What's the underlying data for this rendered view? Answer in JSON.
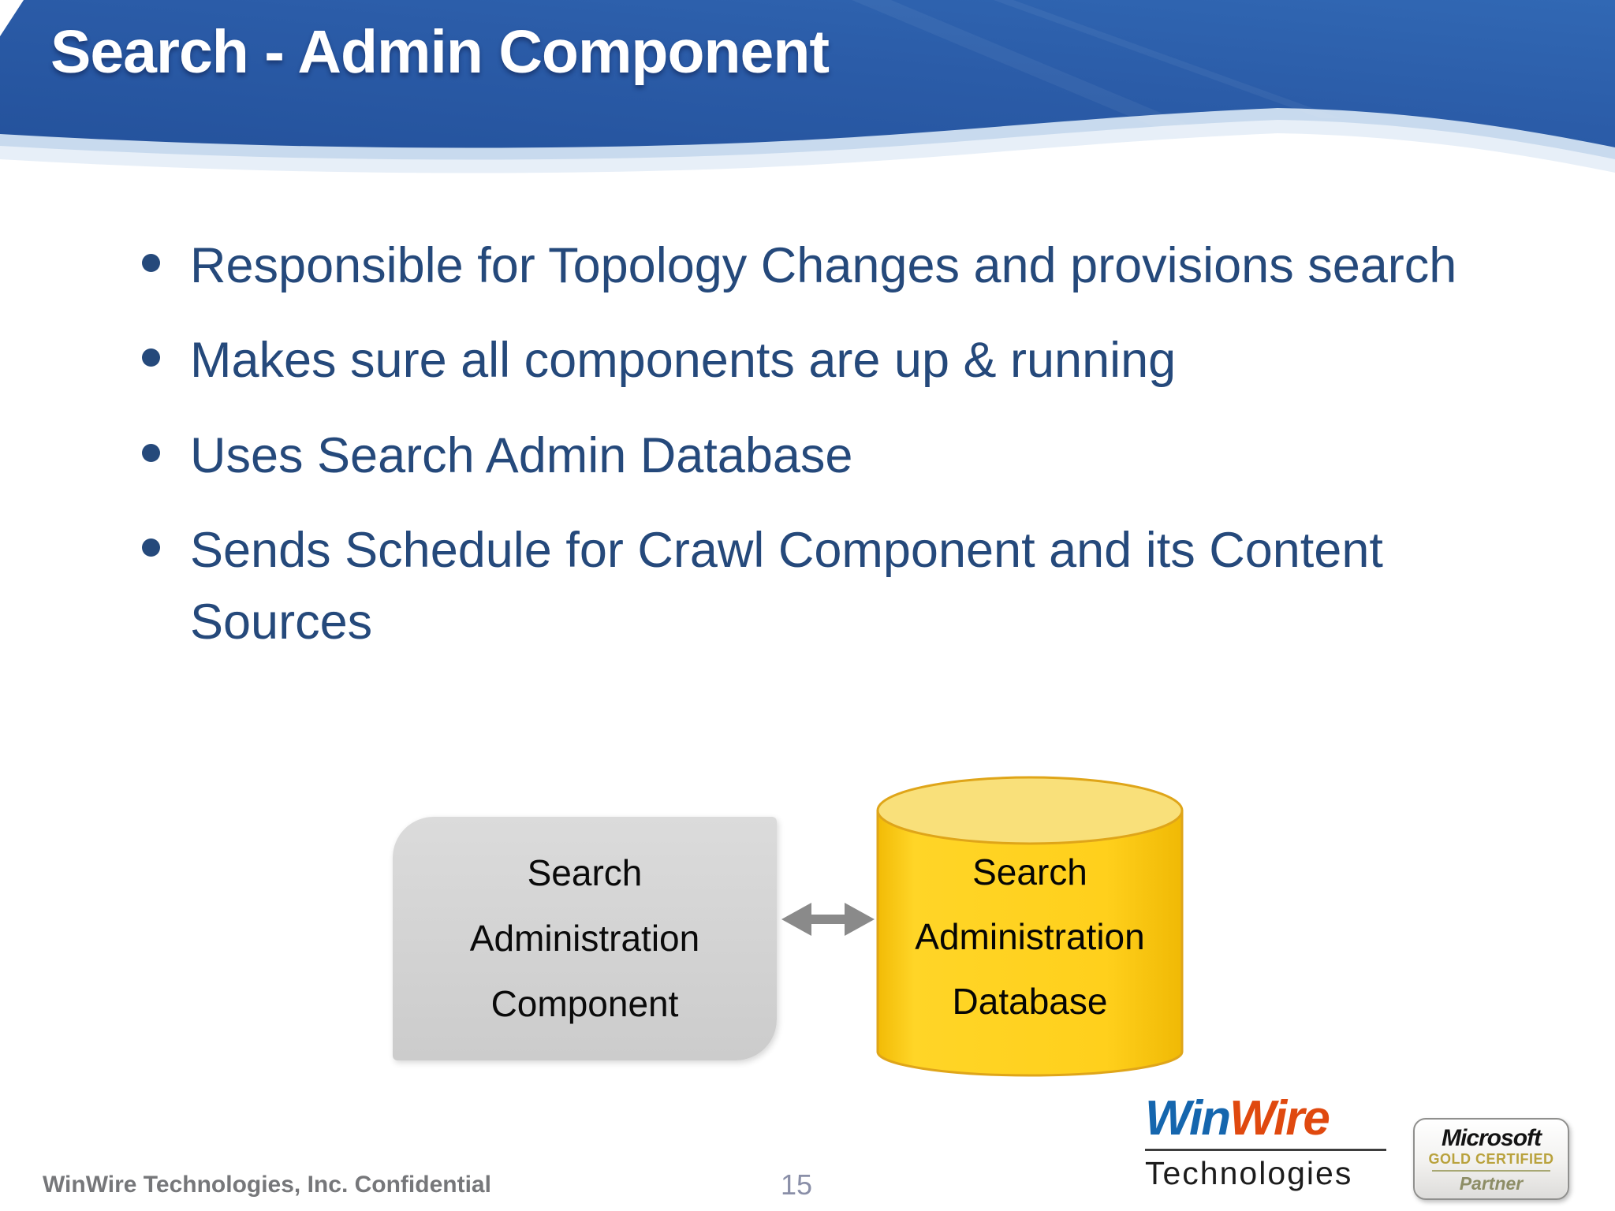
{
  "slide": {
    "title": "Search - Admin Component",
    "bullets": [
      "Responsible for Topology Changes and provisions search",
      "Makes sure all components are up & running",
      "Uses Search Admin Database",
      "Sends Schedule for Crawl Component and its Content\nSources"
    ]
  },
  "diagram": {
    "component_box_label": "Search\nAdministration\nComponent",
    "database_label": "Search\nAdministration\nDatabase",
    "connector": "double-headed-arrow"
  },
  "footer": {
    "confidential": "WinWire Technologies, Inc. Confidential",
    "page_number": "15"
  },
  "logos": {
    "winwire": {
      "part1": "Win",
      "part2": "Wire",
      "subtitle": "Technologies"
    },
    "microsoft": {
      "brand": "Microsoft",
      "tier": "GOLD CERTIFIED",
      "label": "Partner"
    }
  },
  "colors": {
    "header_blue": "#2B5CA8",
    "header_blue_dark": "#24529C",
    "bullet_text": "#25497B",
    "cylinder_fill": "#FFD01C",
    "cylinder_top": "#F9E07A",
    "cylinder_stroke": "#DFA519",
    "box_gray": "#D4D4D4",
    "arrow_gray": "#8A8A8A",
    "winwire_blue": "#1566AE",
    "winwire_orange": "#E0490F",
    "gold": "#B9A23D"
  }
}
